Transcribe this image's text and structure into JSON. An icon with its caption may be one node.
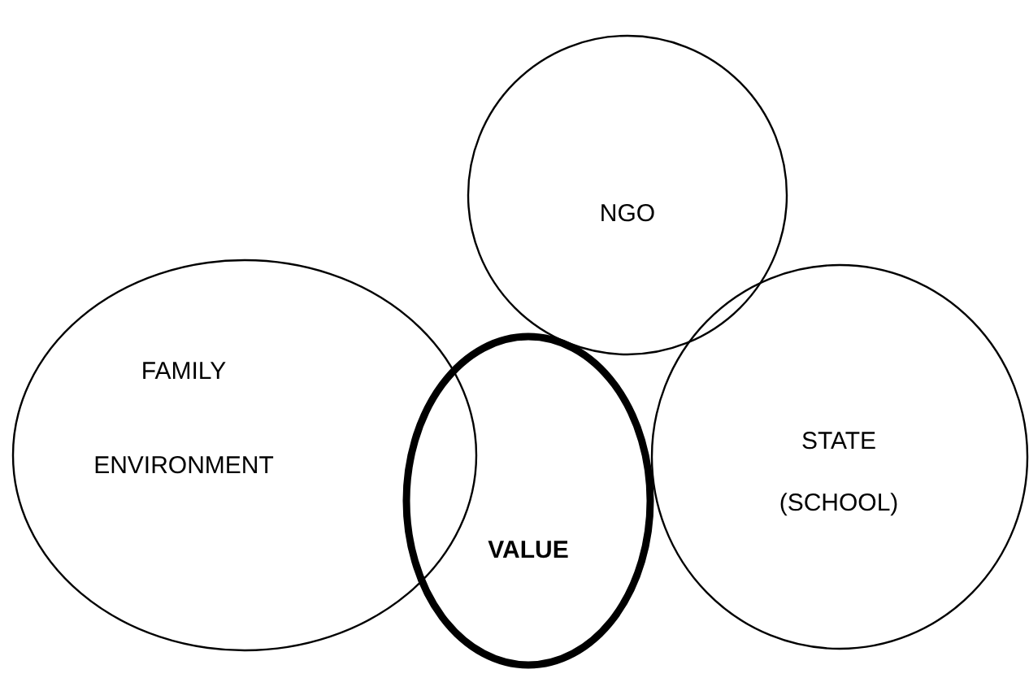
{
  "diagram": {
    "nodes": [
      {
        "text": [
          "NGO"
        ]
      },
      {
        "text": [
          "FAMILY ENVIRONMENT"
        ]
      },
      {
        "text": [
          "VALUE"
        ]
      },
      {
        "text": [
          "STATE (SCHOOL)"
        ]
      }
    ]
  }
}
